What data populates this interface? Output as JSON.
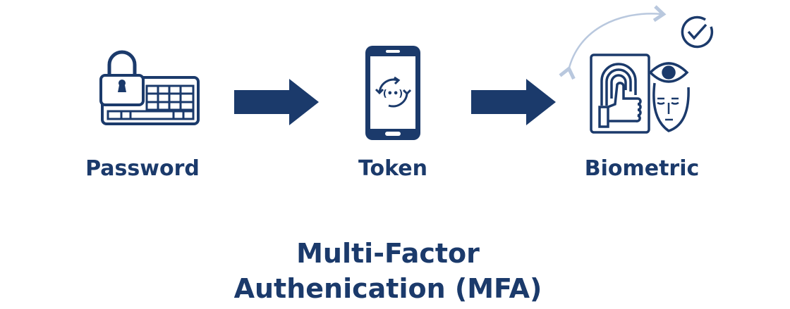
{
  "steps": [
    {
      "label": "Password",
      "icon": "lock-keyboard-icon"
    },
    {
      "label": "Token",
      "icon": "phone-token-icon"
    },
    {
      "label": "Biometric",
      "icon": "fingerprint-face-icon"
    }
  ],
  "title": {
    "line1": "Multi-Factor",
    "line2": "Authenication (MFA)"
  },
  "colors": {
    "primary": "#1b3a6b",
    "light_arrow": "#b9c8de"
  }
}
